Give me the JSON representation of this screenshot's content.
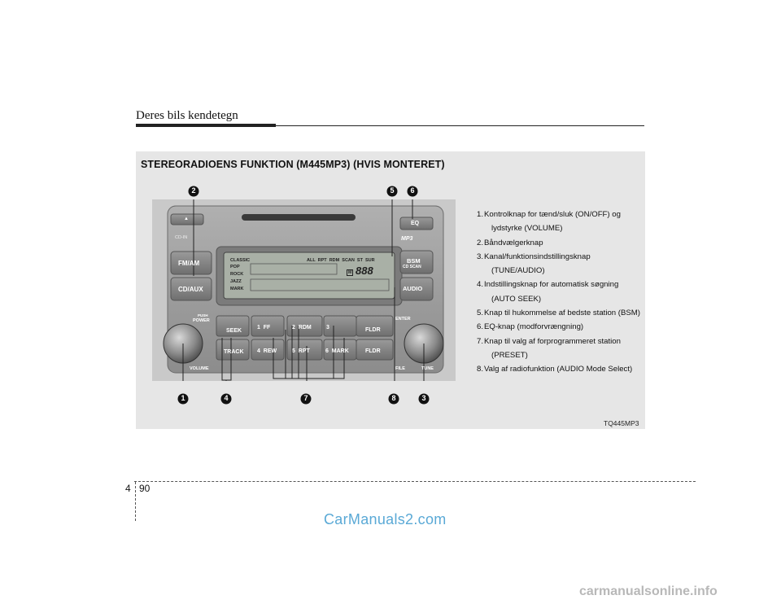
{
  "header": {
    "title": "Deres bils kendetegn"
  },
  "section": {
    "title": "STEREORADIOENS FUNKTION (M445MP3) (HVIS MONTERET)"
  },
  "radio": {
    "buttons": {
      "eject": "▲",
      "eq": "EQ",
      "fm_am": "FM/AM",
      "cd_aux": "CD/AUX",
      "bsm": "BSM",
      "cd_scan": "CD SCAN",
      "audio": "AUDIO",
      "seek": "SEEK",
      "track": "TRACK",
      "ff": "1  FF",
      "rdm": "2  RDM",
      "p3": "3",
      "rew": "4  REW",
      "rpt": "5  RPT",
      "mark": "6  MARK",
      "fldr_up": "FLDR",
      "fldr_down": "FLDR"
    },
    "labels": {
      "cd_in": "CD-IN",
      "push": "PUSH",
      "power": "POWER",
      "volume": "VOLUME",
      "enter": "ENTER",
      "file": "FILE",
      "tune": "TUNE",
      "mp3": "MP3"
    },
    "display": {
      "eq_modes": [
        "CLASSIC",
        "POP",
        "ROCK",
        "JAZZ",
        "MARK"
      ],
      "indicators": "ALL  RPT  RDM  SCAN  ST  SUR",
      "digits": "888",
      "m": "M"
    },
    "callouts": [
      "1",
      "2",
      "3",
      "4",
      "5",
      "6",
      "7",
      "8"
    ]
  },
  "legend": {
    "items": [
      {
        "num": "1.",
        "text": "Kontrolknap for tænd/sluk (ON/OFF) og",
        "cont": "lydstyrke (VOLUME)"
      },
      {
        "num": "2.",
        "text": "Båndvælgerknap",
        "cont": ""
      },
      {
        "num": "3.",
        "text": "Kanal/funktionsindstillingsknap",
        "cont": "(TUNE/AUDIO)"
      },
      {
        "num": "4.",
        "text": "Indstillingsknap for automatisk søgning",
        "cont": "(AUTO SEEK)"
      },
      {
        "num": "5.",
        "text": "Knap til hukommelse af bedste station (BSM)",
        "cont": ""
      },
      {
        "num": "6.",
        "text": "EQ-knap (modforvrængning)",
        "cont": ""
      },
      {
        "num": "7.",
        "text": "Knap til valg af forprogrammeret station",
        "cont": "(PRESET)"
      },
      {
        "num": "8.",
        "text": "Valg af radiofunktion (AUDIO Mode Select)",
        "cont": ""
      }
    ]
  },
  "caption": "TQ445MP3",
  "page": {
    "chapter": "4",
    "number": "90"
  },
  "watermarks": {
    "top": "CarManuals2.com",
    "bottom": "carmanualsonline.info"
  }
}
